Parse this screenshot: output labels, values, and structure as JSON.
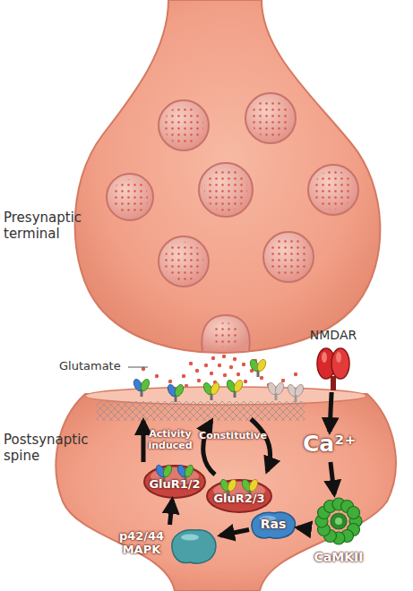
{
  "diagram": {
    "nodes": [
      {
        "text": [
          "NMDAR"
        ]
      },
      {
        "text": [
          "Ca²⁺"
        ]
      },
      {
        "text": [
          "CaMKII"
        ]
      },
      {
        "text": [
          "Ras"
        ]
      },
      {
        "text": [
          "p42/44 MAPK"
        ]
      },
      {
        "text": [
          "GluR1/2"
        ]
      },
      {
        "text": [
          "GluR2/3"
        ]
      }
    ],
    "edges": [
      {
        "from": 0,
        "to": 1,
        "arrow": "to"
      },
      {
        "from": 1,
        "to": 2,
        "arrow": "to"
      },
      {
        "from": 2,
        "to": 3,
        "arrow": "to"
      },
      {
        "from": 3,
        "to": 4,
        "arrow": "to"
      },
      {
        "from": 4,
        "to": 5,
        "arrow": "to"
      }
    ],
    "labels": [
      "Presynaptic terminal",
      "Glutamate",
      "Postsynaptic spine",
      "Activity induced",
      "Constitutive"
    ]
  }
}
